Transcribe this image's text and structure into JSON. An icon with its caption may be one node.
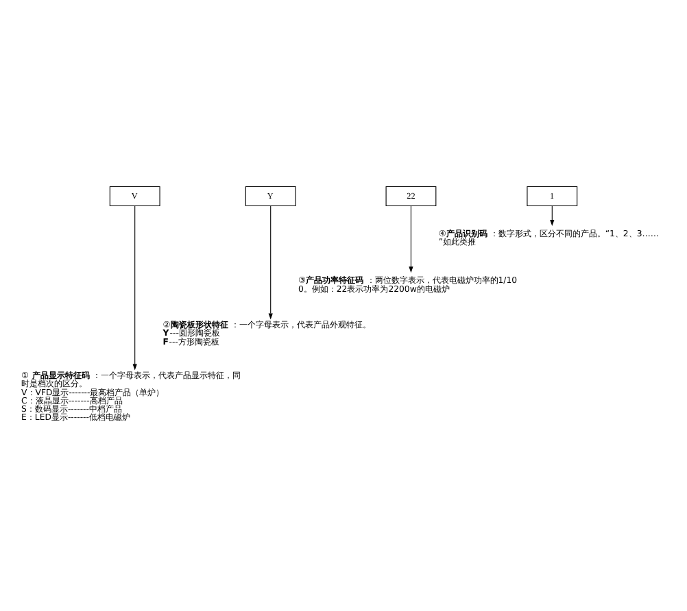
{
  "diagram": {
    "nodes": [
      {
        "text": [
          "V"
        ]
      },
      {
        "text": [
          "Y"
        ]
      },
      {
        "text": [
          "22"
        ]
      },
      {
        "text": [
          "1"
        ]
      },
      {
        "text": [
          "④**产品识别码**：数字形式，区分不同的产品。“1、2、3……”如此类推"
        ]
      },
      {
        "text": [
          "③**产品功率特征码**：两位数字表示，代表电磁炉功率的1/100。例如：22表示功率为2200w的电磁炉"
        ]
      },
      {
        "text": [
          "②**陶瓷板形状特征**：一个字母表示，代表产品外观特征。",
          "**Y**---圆形陶瓷板",
          "**F**---方形陶瓷板"
        ]
      },
      {
        "text": [
          "① **产品显示特征码**：一个字母表示，代表产品显示特征，同时是档次的区分。",
          "V：VFD显示-------最高档产品（单炉）",
          "C：液晶显示-------高档产品",
          "S：数码显示-------中档产品",
          "E：LED显示-------低档电磁炉"
        ]
      }
    ],
    "edges": [
      {
        "from": 3,
        "to": 4,
        "arrow": "to"
      },
      {
        "from": 2,
        "to": 5,
        "arrow": "to"
      },
      {
        "from": 1,
        "to": 6,
        "arrow": "to"
      },
      {
        "from": 0,
        "to": 7,
        "arrow": "to"
      }
    ]
  }
}
